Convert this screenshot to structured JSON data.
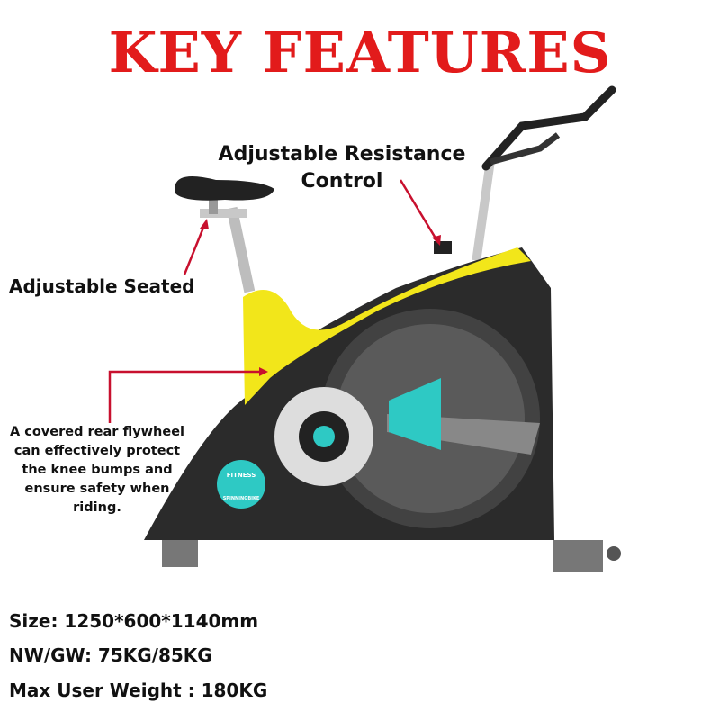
{
  "title": "KEY FEATURES",
  "callouts": {
    "resistance": "Adjustable Resistance Control",
    "seat": "Adjustable Seated",
    "flywheel": "A covered rear flywheel can effectively protect the knee bumps and ensure safety when riding."
  },
  "badge": {
    "top": "FITNESS",
    "bottom": "SPINNINGBIKE"
  },
  "specs": [
    "Size: 1250*600*1140mm",
    "NW/GW: 75KG/85KG",
    "Max User Weight : 180KG"
  ],
  "colors": {
    "title": "#e21b1b",
    "body": "#2b2b2b",
    "panel": "#f2e61a",
    "accent": "#2ec9c4",
    "arrow": "#c8102e"
  }
}
